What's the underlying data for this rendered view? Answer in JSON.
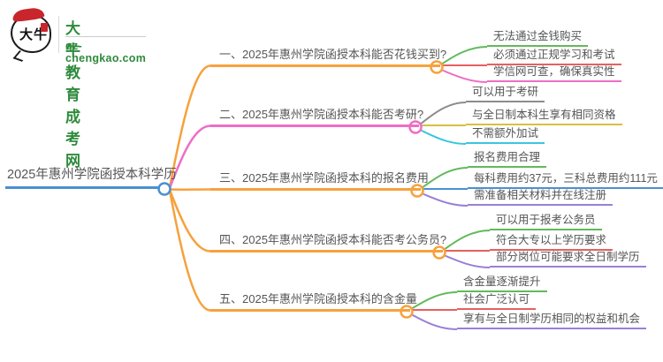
{
  "palette": {
    "background": "#FFFFFF",
    "text": "#555555",
    "orange": "#F7A13C",
    "pink": "#EE6EC6",
    "blue": "#4A90D2",
    "green": "#62B95B",
    "red": "#E66060",
    "gray": "#8C8C8C",
    "yellow": "#D4C23F",
    "cyan": "#3BC6DE",
    "purple": "#9B7FD6",
    "brand_green": "#2E8B3C",
    "seal_red": "#C9252C"
  },
  "logo": {
    "bubble_text": "大牛",
    "site_name": "大牛教育成考网",
    "site_domain": "gz-chengkao.com"
  },
  "root": {
    "label": "2025年惠州学院函授本科学历",
    "color": "#4A90D2"
  },
  "branches": [
    {
      "label": "一、2025年惠州学院函授本科能否花钱买到?",
      "color": "#F7A13C",
      "children": [
        {
          "label": "无法通过金钱购买",
          "color": "#62B95B"
        },
        {
          "label": "必须通过正规学习和考试",
          "color": "#E66060"
        },
        {
          "label": "学信网可查，确保真实性",
          "color": "#EE6EC6"
        }
      ]
    },
    {
      "label": "二、2025年惠州学院函授本科能否考研?",
      "color": "#EE6EC6",
      "children": [
        {
          "label": "可以用于考研",
          "color": "#8C8C8C"
        },
        {
          "label": "与全日制本科生享有相同资格",
          "color": "#D4C23F"
        },
        {
          "label": "不需额外加试",
          "color": "#3BC6DE"
        }
      ]
    },
    {
      "label": "三、2025年惠州学院函授本科的报名费用",
      "color": "#F7A13C",
      "children": [
        {
          "label": "报名费用合理",
          "color": "#62B95B"
        },
        {
          "label": "每科费用约37元，三科总费用约111元",
          "color": "#4A90D2"
        },
        {
          "label": "需准备相关材料并在线注册",
          "color": "#9B7FD6"
        }
      ]
    },
    {
      "label": "四、2025年惠州学院函授本科能否考公务员?",
      "color": "#F7A13C",
      "children": [
        {
          "label": "可以用于报考公务员",
          "color": "#62B95B"
        },
        {
          "label": "符合大专以上学历要求",
          "color": "#E66060"
        },
        {
          "label": "部分岗位可能要求全日制学历",
          "color": "#9B7FD6"
        }
      ]
    },
    {
      "label": "五、2025年惠州学院函授本科的含金量",
      "color": "#F7A13C",
      "children": [
        {
          "label": "含金量逐渐提升",
          "color": "#62B95B"
        },
        {
          "label": "社会广泛认可",
          "color": "#E66060"
        },
        {
          "label": "享有与全日制学历相同的权益和机会",
          "color": "#9B7FD6"
        }
      ]
    }
  ]
}
